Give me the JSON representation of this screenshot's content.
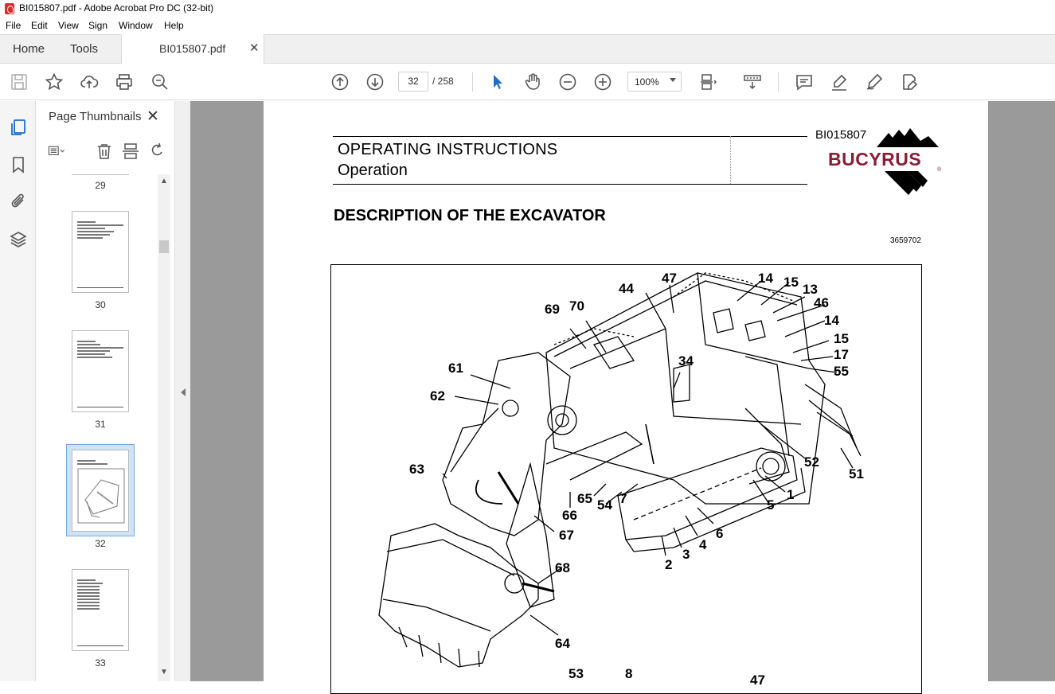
{
  "window": {
    "title": "BI015807.pdf - Adobe Acrobat Pro DC (32-bit)"
  },
  "menu": [
    "File",
    "Edit",
    "View",
    "Sign",
    "Window",
    "Help"
  ],
  "tabs": {
    "home": "Home",
    "tools": "Tools",
    "document": "BI015807.pdf",
    "close": "✕"
  },
  "toolbar": {
    "current_page": "32",
    "total_pages": "/ 258",
    "zoom": "100%"
  },
  "thumbnails": {
    "title": "Page Thumbnails",
    "close": "✕",
    "pages": [
      "29",
      "30",
      "31",
      "32",
      "33"
    ],
    "selected_page": "32"
  },
  "document": {
    "header_title": "OPERATING INSTRUCTIONS",
    "header_subtitle": "Operation",
    "doc_id": "BI015807",
    "logo_text": "BUCYRUS",
    "logo_mark": "®",
    "heading": "DESCRIPTION OF THE EXCAVATOR",
    "figure_number": "3659702",
    "callouts": [
      "47",
      "14",
      "15",
      "13",
      "46",
      "44",
      "69",
      "70",
      "14",
      "15",
      "17",
      "55",
      "34",
      "61",
      "62",
      "52",
      "51",
      "63",
      "66",
      "65",
      "54",
      "7",
      "1",
      "5",
      "6",
      "4",
      "3",
      "2",
      "67",
      "68",
      "64",
      "53",
      "8",
      "47"
    ]
  },
  "colors": {
    "accent_blue": "#1a6fc9",
    "brand_red": "#8a1d35",
    "pdf_red": "#d32f2f"
  }
}
